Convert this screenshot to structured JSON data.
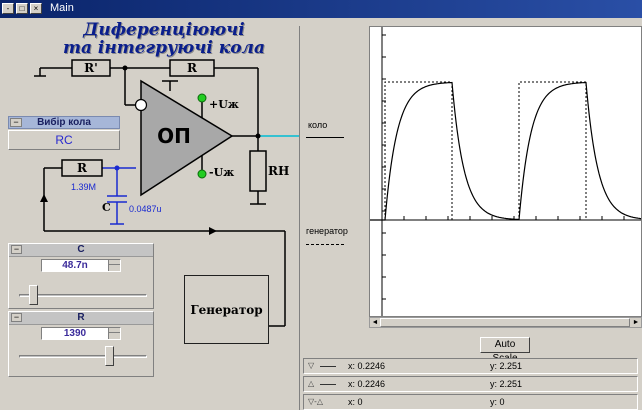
{
  "window": {
    "title": "Main",
    "buttons": [
      "-",
      "□",
      "×"
    ]
  },
  "circuit": {
    "title_line1": "Диференціюючі",
    "title_line2": "та інтегруючі кола",
    "opamp_label": "ОП",
    "r_prime_label": "R'",
    "r_feedback_label": "R",
    "r_input_label": "R",
    "r_load_label": "RH",
    "c_label": "C",
    "plus_supply": "+Uж",
    "minus_supply": "-Uж",
    "r_value": "1.39M",
    "c_value": "0.0487u",
    "generator_label": "Генератор",
    "colors": {
      "wire": "#000000",
      "blue_wire": "#1a2ad0",
      "cyan_wire": "#00bcd4",
      "led_green": "#22cc22"
    }
  },
  "circuit_select": {
    "header": "Вибір кола",
    "value": "RC"
  },
  "c_control": {
    "header": "C",
    "value": "48.7n",
    "slider_fraction": 0.08
  },
  "r_control": {
    "header": "R",
    "value": "1390",
    "slider_fraction": 0.72
  },
  "scope": {
    "legend_circuit": "коло",
    "legend_generator": "генератор",
    "autoscale_label": "Auto Scale",
    "colors": {
      "trace_circuit": "#000000",
      "trace_generator": "#000000",
      "grid": "#000000"
    },
    "readouts": [
      {
        "label": "▽",
        "x": "x: 0.2246",
        "y": "y: 2.251"
      },
      {
        "label": "△",
        "x": "x: 0.2246",
        "y": "y: 2.251"
      },
      {
        "label": "▽-△",
        "x": "x: 0",
        "y": "y: 0"
      }
    ]
  }
}
